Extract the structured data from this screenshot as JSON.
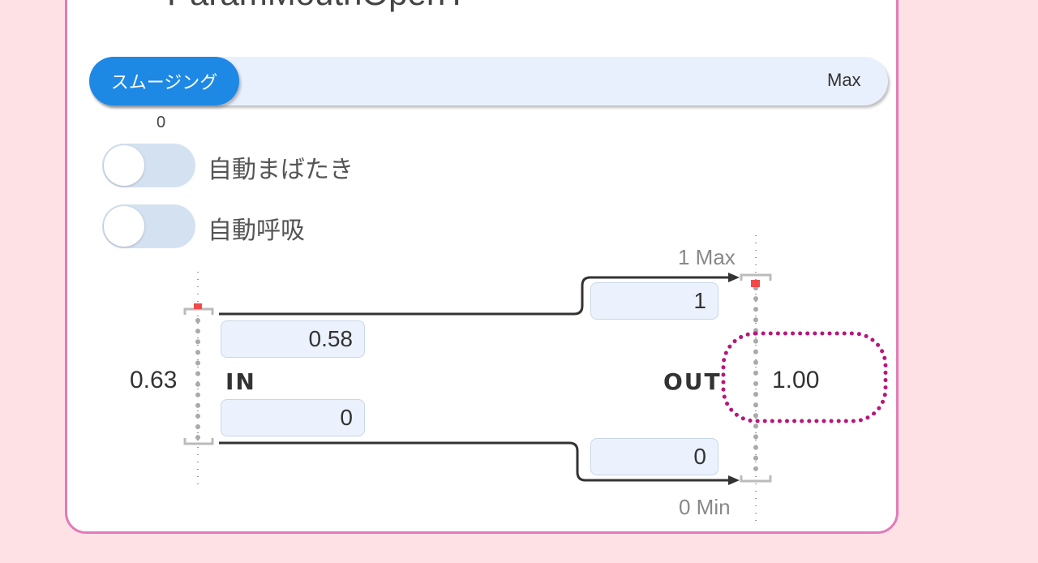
{
  "param": {
    "name": "ParamMouthOpenY"
  },
  "smoothing": {
    "label": "スムージング",
    "max_label": "Max",
    "value": "0"
  },
  "toggles": [
    {
      "label": "自動まばたき",
      "on": false
    },
    {
      "label": "自動呼吸",
      "on": false
    }
  ],
  "mapping": {
    "input_current": "0.63",
    "input_label": "IN",
    "input_max": "0.58",
    "input_min": "0",
    "output_label": "OUT",
    "output_current": "1.00",
    "output_max": "1",
    "output_min": "0",
    "output_max_caption": "1 Max",
    "output_min_caption": "0 Min"
  },
  "colors": {
    "accent": "#1e88e5",
    "card_border": "#e27ab8",
    "highlight": "#b5187a",
    "indicator": "#f04a4a"
  }
}
